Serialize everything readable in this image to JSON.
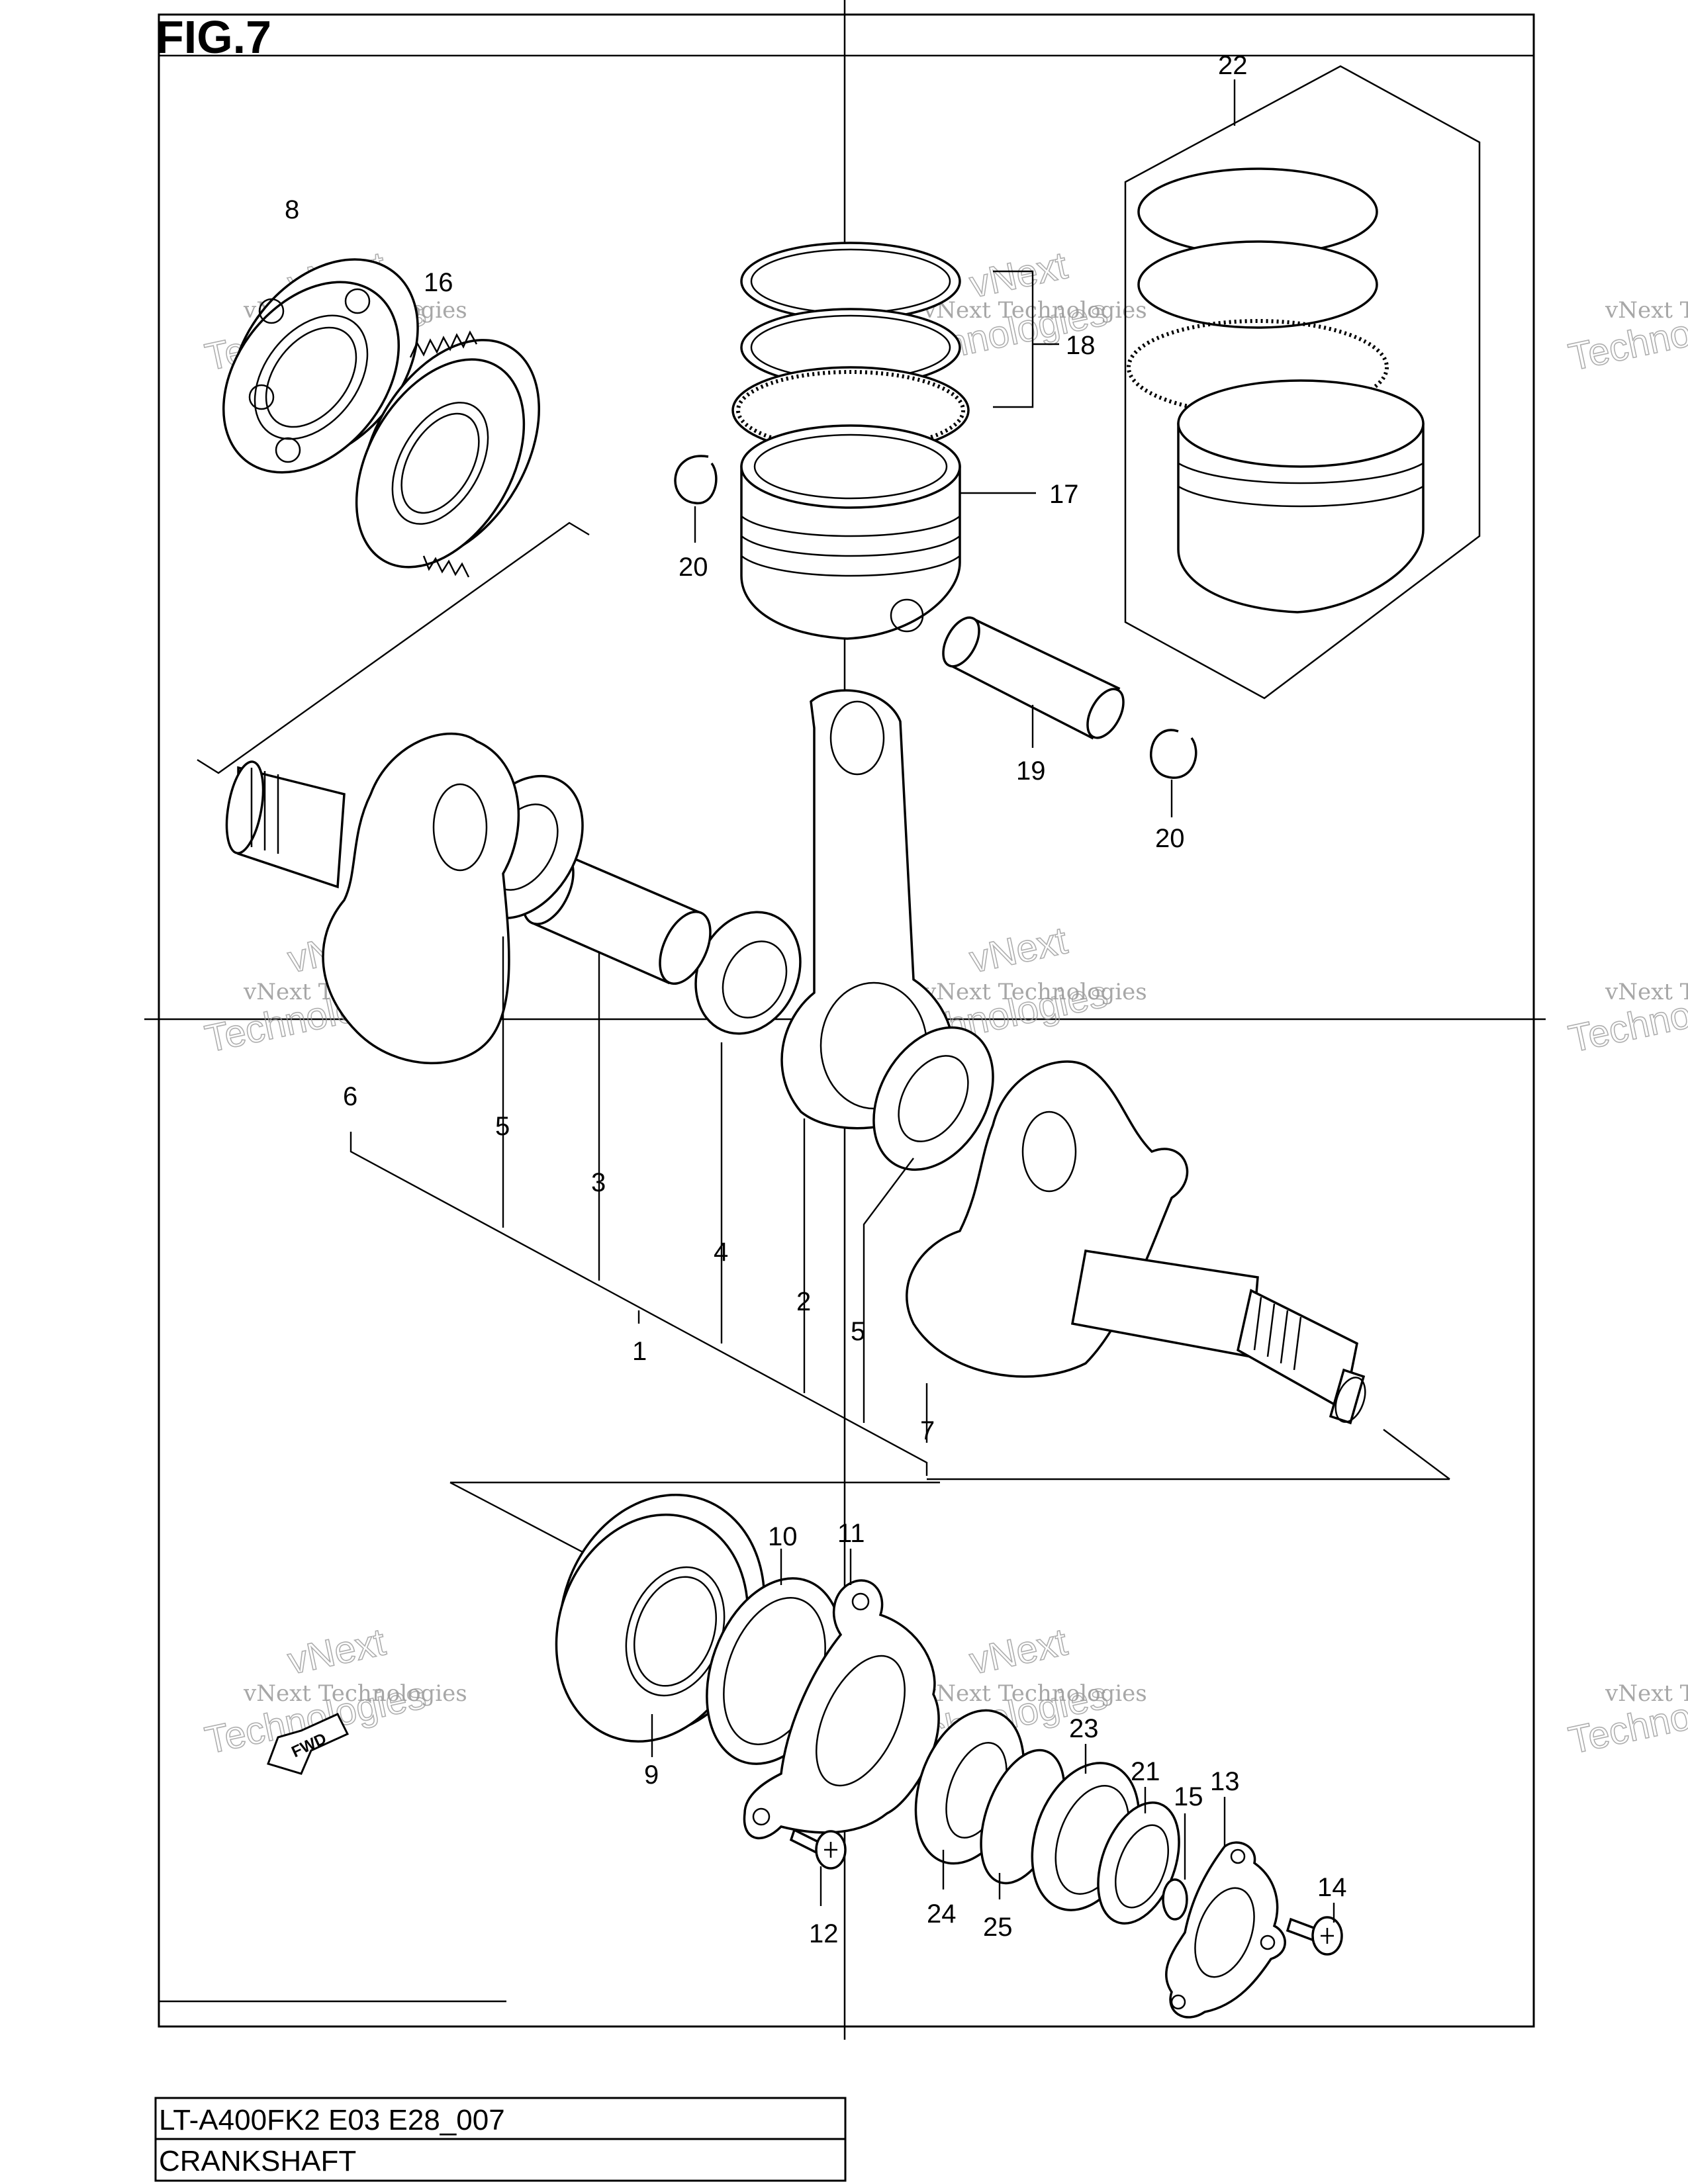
{
  "figure": {
    "label": "FIG.7"
  },
  "title_block": {
    "model_code": "LT-A400FK2 E03 E28_007",
    "section_name": "CRANKSHAFT"
  },
  "watermark": {
    "line1": "vNext Technologies",
    "line2": "vNext",
    "line3": "Technologies"
  },
  "direction_marker": {
    "label": "FWD"
  },
  "callouts": {
    "c1": "1",
    "c2": "2",
    "c3": "3",
    "c4": "4",
    "c5a": "5",
    "c5b": "5",
    "c6": "6",
    "c7": "7",
    "c8": "8",
    "c9": "9",
    "c10": "10",
    "c11": "11",
    "c12": "12",
    "c13": "13",
    "c14": "14",
    "c15": "15",
    "c16": "16",
    "c17": "17",
    "c18": "18",
    "c19": "19",
    "c20a": "20",
    "c20b": "20",
    "c21": "21",
    "c22": "22",
    "c23": "23",
    "c24": "24",
    "c25": "25"
  }
}
